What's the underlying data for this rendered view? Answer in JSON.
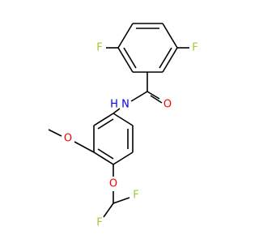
{
  "molecule": {
    "atoms": {
      "f_left": "F",
      "f_right": "F",
      "n_amide": "N",
      "h_amide": "H",
      "o_carbonyl": "O",
      "o_methoxy": "O",
      "o_ether": "O",
      "f_cf2_top": "F",
      "f_cf2_bottom": "F"
    },
    "colors": {
      "fluorine": "#9acd32",
      "nitrogen": "#0000ff",
      "oxygen": "#ff0000",
      "bond": "#000000"
    }
  }
}
